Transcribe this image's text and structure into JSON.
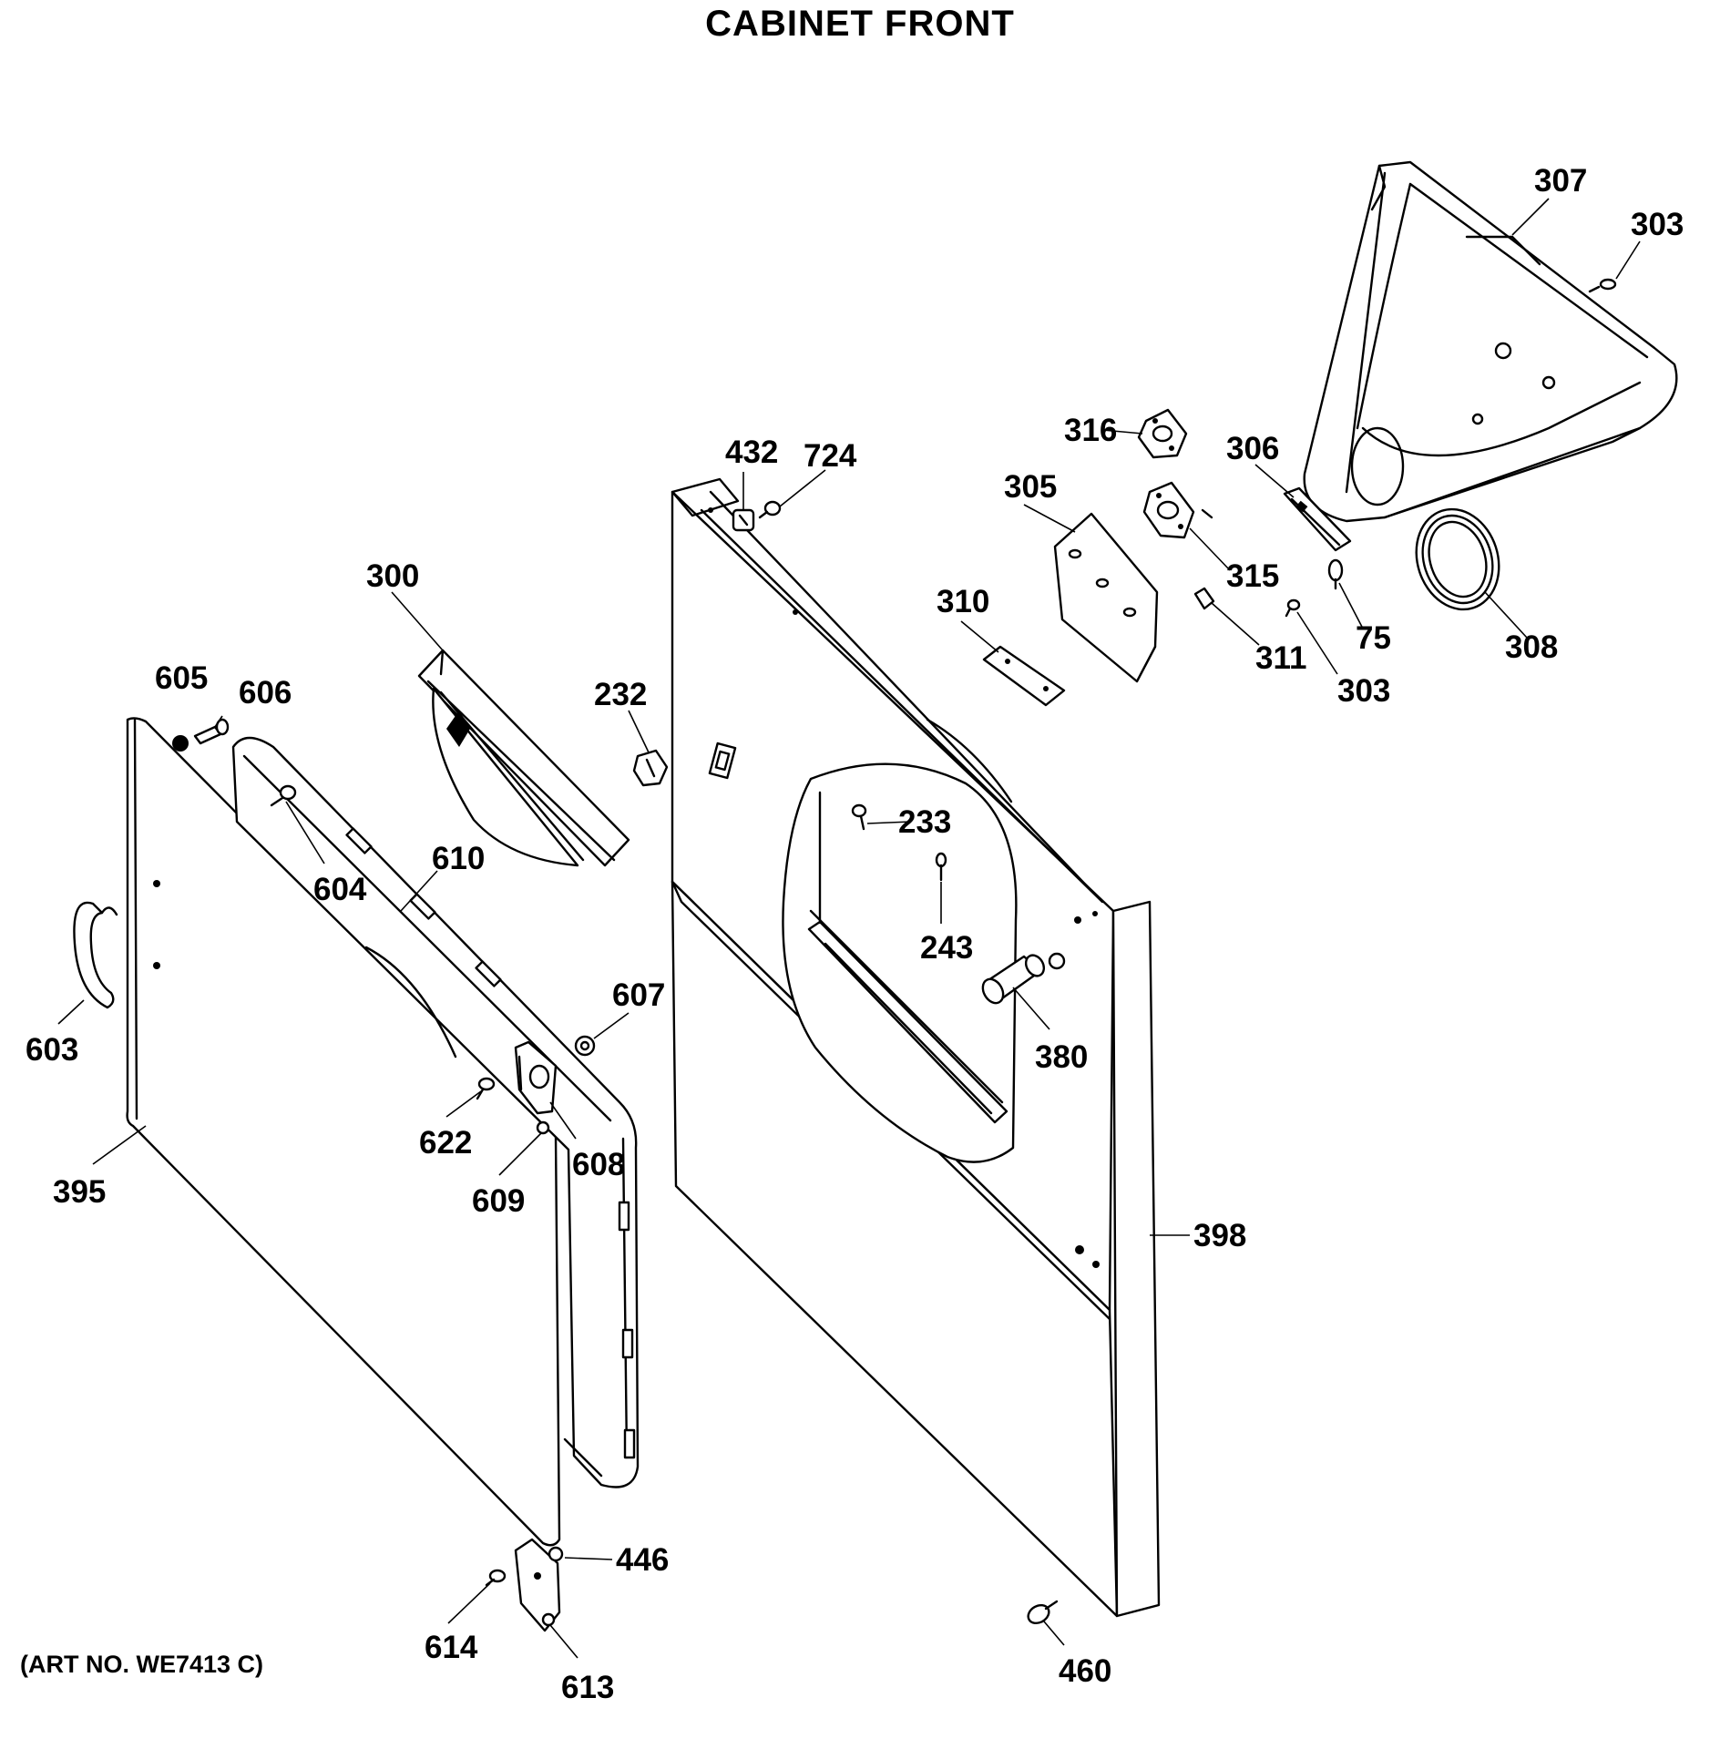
{
  "title": "CABINET FRONT",
  "art_number": "(ART NO. WE7413 C)",
  "callouts": {
    "p307": "307",
    "p303a": "303",
    "p316": "316",
    "p306": "306",
    "p305": "305",
    "p315": "315",
    "p75": "75",
    "p308": "308",
    "p310": "310",
    "p311": "311",
    "p303b": "303",
    "p432": "432",
    "p724": "724",
    "p300": "300",
    "p232": "232",
    "p605": "605",
    "p606": "606",
    "p233": "233",
    "p243": "243",
    "p610": "610",
    "p604": "604",
    "p380": "380",
    "p607": "607",
    "p603": "603",
    "p622": "622",
    "p608": "608",
    "p609": "609",
    "p395": "395",
    "p398": "398",
    "p446": "446",
    "p614": "614",
    "p613": "613",
    "p460": "460"
  }
}
